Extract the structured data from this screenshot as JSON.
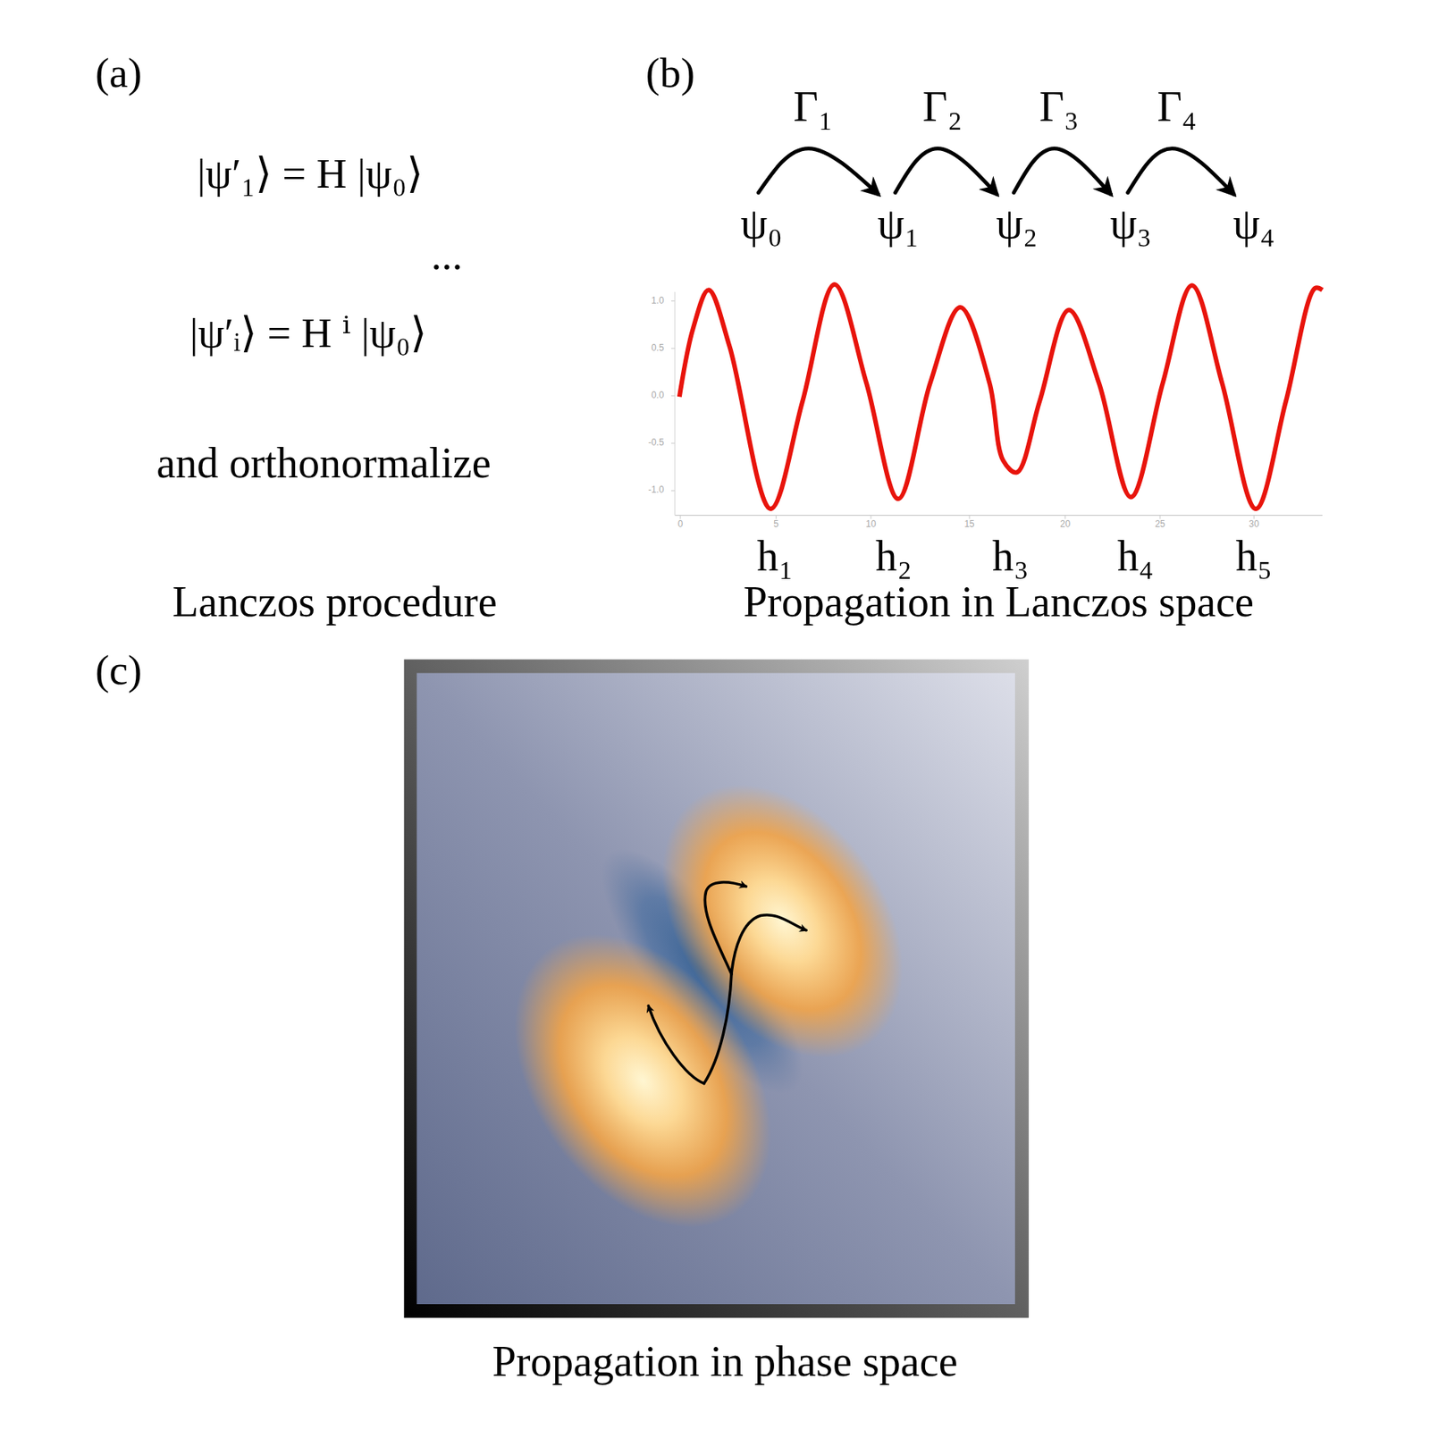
{
  "diagram": {
    "nodes": [
      {
        "text": [
          "ψ₀"
        ]
      },
      {
        "text": [
          "ψ₁"
        ]
      },
      {
        "text": [
          "ψ₂"
        ]
      },
      {
        "text": [
          "ψ₃"
        ]
      },
      {
        "text": [
          "ψ₄"
        ]
      }
    ],
    "edges": [
      {
        "from": 0,
        "to": 1,
        "arrow": "to",
        "label": "Γ₁"
      },
      {
        "from": 1,
        "to": 2,
        "arrow": "to",
        "label": "Γ₂"
      },
      {
        "from": 2,
        "to": 3,
        "arrow": "to",
        "label": "Γ₃"
      },
      {
        "from": 3,
        "to": 4,
        "arrow": "to",
        "label": "Γ₄"
      }
    ],
    "labels": [
      "(a)",
      "|ψ′₁⟩ = H |ψ₀⟩",
      "...",
      "|ψ′ᵢ⟩ = H ⁱ |ψ₀⟩",
      "and orthonormalize",
      "Lanczos procedure",
      "(b)",
      "1.0",
      "0.5",
      "0.0",
      "-0.5",
      "-1.0",
      "0",
      "5",
      "10",
      "15",
      "20",
      "25",
      "30",
      "h₁",
      "h₂",
      "h₃",
      "h₄",
      "h₅",
      "Propagation in Lanczos space",
      "(c)",
      "Propagation in phase space"
    ]
  }
}
